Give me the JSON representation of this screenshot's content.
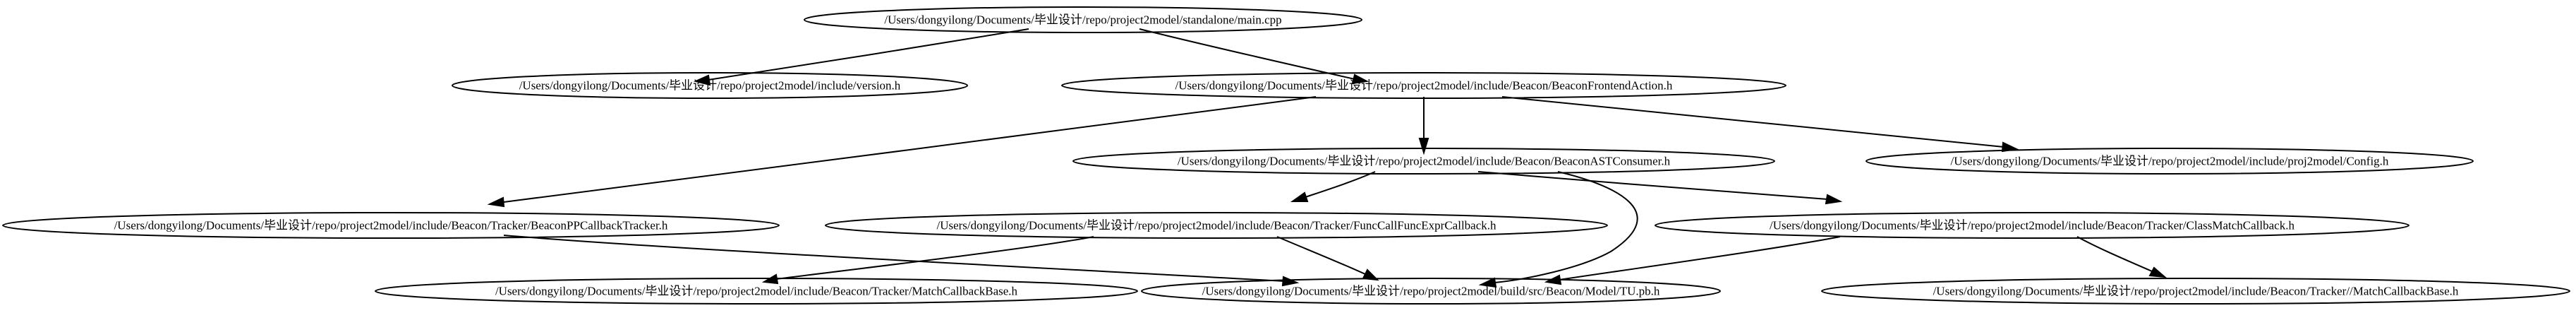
{
  "graph": {
    "nodes": [
      {
        "id": "main_cpp",
        "label": "/Users/dongyilong/Documents/毕业设计/repo/project2model/standalone/main.cpp"
      },
      {
        "id": "version_h",
        "label": "/Users/dongyilong/Documents/毕业设计/repo/project2model/include/version.h"
      },
      {
        "id": "frontend_action_h",
        "label": "/Users/dongyilong/Documents/毕业设计/repo/project2model/include/Beacon/BeaconFrontendAction.h"
      },
      {
        "id": "ast_consumer_h",
        "label": "/Users/dongyilong/Documents/毕业设计/repo/project2model/include/Beacon/BeaconASTConsumer.h"
      },
      {
        "id": "config_h",
        "label": "/Users/dongyilong/Documents/毕业设计/repo/project2model/include/proj2model/Config.h"
      },
      {
        "id": "pp_callback_tracker_h",
        "label": "/Users/dongyilong/Documents/毕业设计/repo/project2model/include/Beacon/Tracker/BeaconPPCallbackTracker.h"
      },
      {
        "id": "func_call_callback_h",
        "label": "/Users/dongyilong/Documents/毕业设计/repo/project2model/include/Beacon/Tracker/FuncCallFuncExprCallback.h"
      },
      {
        "id": "class_match_callback_h",
        "label": "/Users/dongyilong/Documents/毕业设计/repo/project2model/include/Beacon/Tracker/ClassMatchCallback.h"
      },
      {
        "id": "match_callback_base_h",
        "label": "/Users/dongyilong/Documents/毕业设计/repo/project2model/include/Beacon/Tracker/MatchCallbackBase.h"
      },
      {
        "id": "tu_pb_h",
        "label": "/Users/dongyilong/Documents/毕业设计/repo/project2model/build/src/Beacon/Model/TU.pb.h"
      },
      {
        "id": "match_callback_base_h2",
        "label": "/Users/dongyilong/Documents/毕业设计/repo/project2model/include/Beacon/Tracker//MatchCallbackBase.h"
      }
    ],
    "edges": [
      {
        "from": "main_cpp",
        "to": "version_h"
      },
      {
        "from": "main_cpp",
        "to": "frontend_action_h"
      },
      {
        "from": "frontend_action_h",
        "to": "pp_callback_tracker_h"
      },
      {
        "from": "frontend_action_h",
        "to": "ast_consumer_h"
      },
      {
        "from": "frontend_action_h",
        "to": "config_h"
      },
      {
        "from": "ast_consumer_h",
        "to": "func_call_callback_h"
      },
      {
        "from": "ast_consumer_h",
        "to": "class_match_callback_h"
      },
      {
        "from": "ast_consumer_h",
        "to": "tu_pb_h"
      },
      {
        "from": "pp_callback_tracker_h",
        "to": "tu_pb_h"
      },
      {
        "from": "func_call_callback_h",
        "to": "match_callback_base_h"
      },
      {
        "from": "func_call_callback_h",
        "to": "tu_pb_h"
      },
      {
        "from": "class_match_callback_h",
        "to": "tu_pb_h"
      },
      {
        "from": "class_match_callback_h",
        "to": "match_callback_base_h2"
      }
    ]
  }
}
